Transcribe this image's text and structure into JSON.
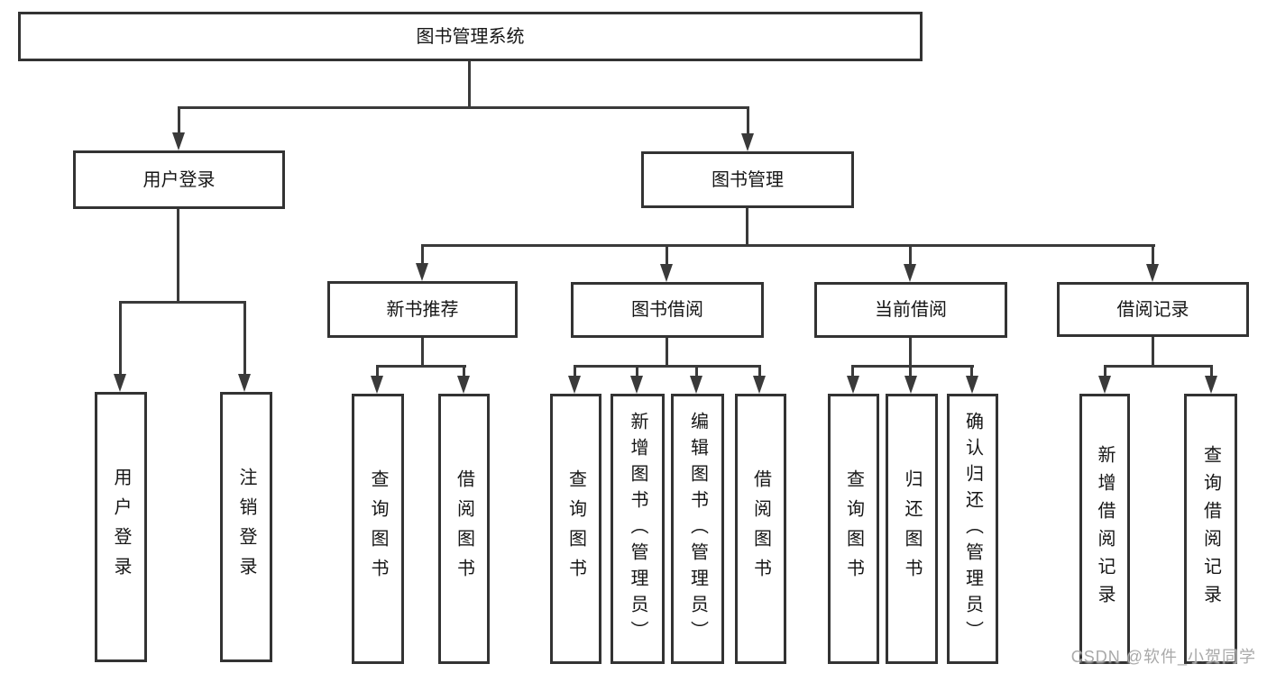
{
  "diagram": {
    "type": "hierarchy-tree",
    "title": "图书管理系统",
    "tree": {
      "图书管理系统": {
        "用户登录": [
          "用户登录",
          "注销登录"
        ],
        "图书管理": {
          "新书推荐": [
            "查询图书",
            "借阅图书"
          ],
          "图书借阅": [
            "查询图书",
            "新增图书（管理员）",
            "编辑图书（管理员）",
            "借阅图书"
          ],
          "当前借阅": [
            "查询图书",
            "归还图书",
            "确认归还（管理员）"
          ],
          "借阅记录": [
            "新增借阅记录",
            "查询借阅记录"
          ]
        }
      }
    }
  },
  "nodes": {
    "root": {
      "label": "图书管理系统"
    },
    "userLogin": {
      "label": "用户登录"
    },
    "bookMgmt": {
      "label": "图书管理"
    },
    "newBookRec": {
      "label": "新书推荐"
    },
    "bookBorrow": {
      "label": "图书借阅"
    },
    "currentBorrow": {
      "label": "当前借阅"
    },
    "borrowRecord": {
      "label": "借阅记录"
    },
    "leafUserLogin": {
      "label": "用户登录"
    },
    "leafLogout": {
      "label": "注销登录"
    },
    "nbQuery": {
      "label": "查询图书"
    },
    "nbBorrow": {
      "label": "借阅图书"
    },
    "bbQuery": {
      "label": "查询图书"
    },
    "bbAdd": {
      "label": "新增图书（管理员）"
    },
    "bbEdit": {
      "label": "编辑图书（管理员）"
    },
    "bbBorrow": {
      "label": "借阅图书"
    },
    "cbQuery": {
      "label": "查询图书"
    },
    "cbReturn": {
      "label": "归还图书"
    },
    "cbConfirm": {
      "label": "确认归还（管理员）"
    },
    "brAdd": {
      "label": "新增借阅记录"
    },
    "brQuery": {
      "label": "查询借阅记录"
    }
  },
  "watermark": {
    "text": "CSDN @软件_小贺同学"
  },
  "colors": {
    "background": "#ffffff",
    "box_border": "#333333",
    "connector_line": "#3a3a3a",
    "text": "#161616",
    "watermark_text": "#a9a9a9"
  }
}
